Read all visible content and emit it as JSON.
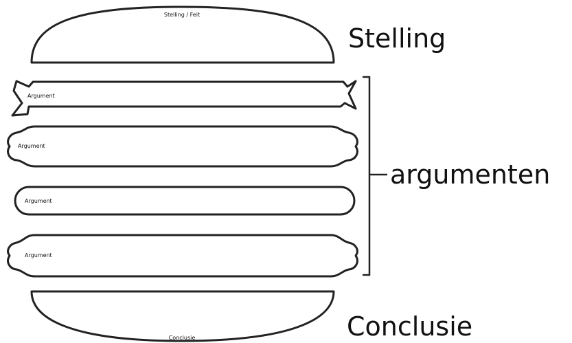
{
  "bun_top": {
    "inner_label": "Stelling / Feit",
    "side_label": "Stelling"
  },
  "arguments": {
    "bracket_label": "argumenten",
    "items": [
      {
        "label": "Argument"
      },
      {
        "label": "Argument"
      },
      {
        "label": "Argument"
      },
      {
        "label": "Argument"
      }
    ]
  },
  "bun_bottom": {
    "inner_label": "Conclusie",
    "side_label": "Conclusie"
  }
}
